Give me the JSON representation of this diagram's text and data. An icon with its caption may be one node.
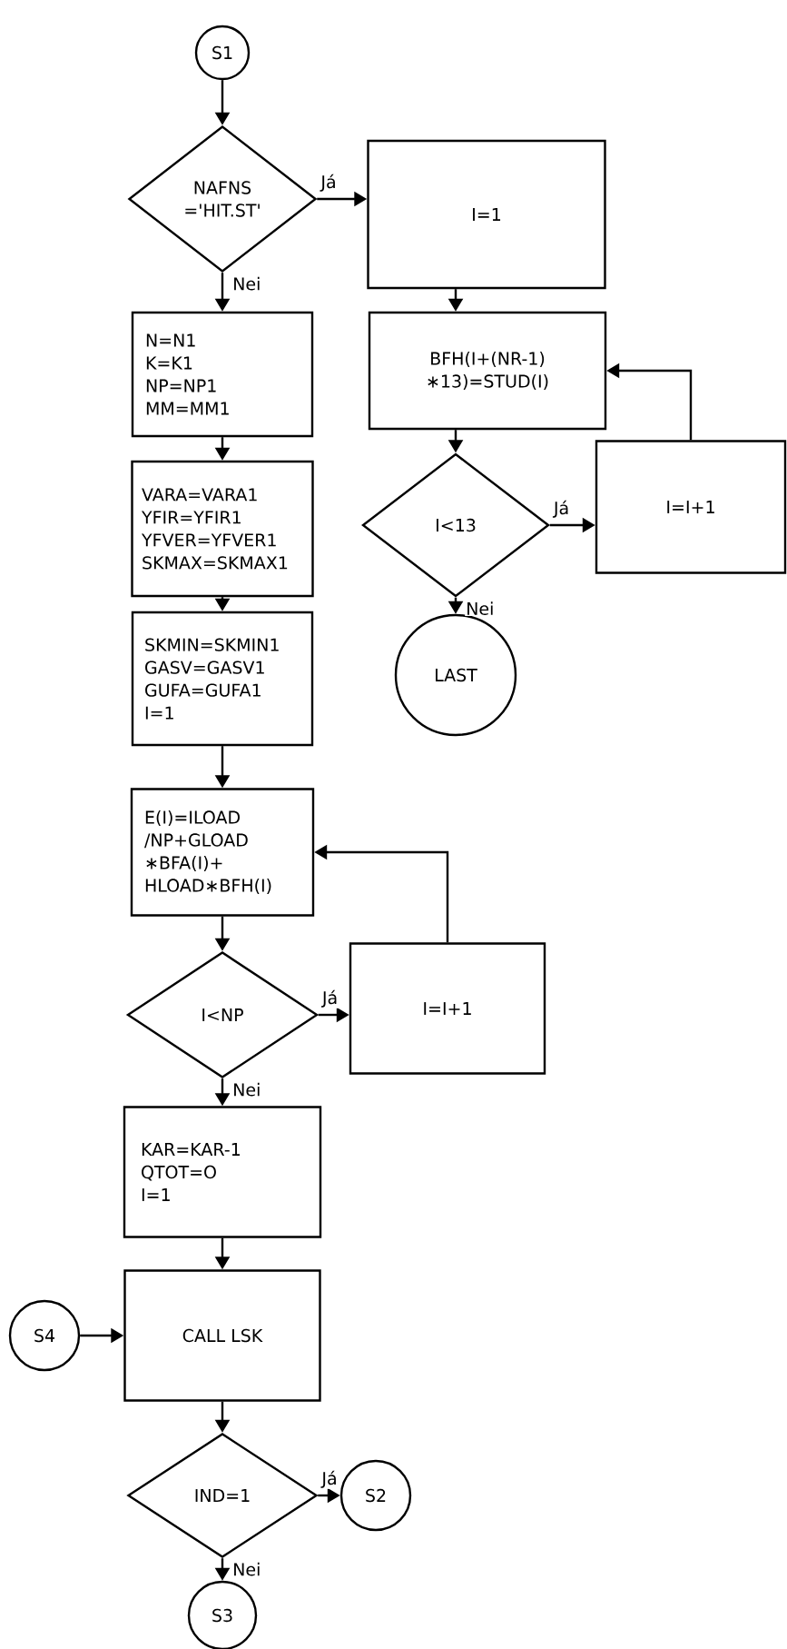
{
  "diagram": {
    "nodes": [
      {
        "text": [
          "S1"
        ]
      },
      {
        "text": [
          "NAFNS ='HIT.ST'"
        ]
      },
      {
        "text": [
          "I=1"
        ]
      },
      {
        "text": [
          "N=N1",
          "K=K1",
          "NP=NP1",
          "MM=MM1"
        ]
      },
      {
        "text": [
          "BFH(I+(NR-1) ∗13)=STUD(I)"
        ]
      },
      {
        "text": [
          "VARA=VARA1",
          "YFIR=YFIR1",
          "YFVER=YFVER1",
          "SKMAX=SKMAX1"
        ]
      },
      {
        "text": [
          "I<13"
        ]
      },
      {
        "text": [
          "I=I+1"
        ]
      },
      {
        "text": [
          "SKMIN=SKMIN1",
          "GASV=GASV1",
          "GUFA=GUFA1",
          "I=1"
        ]
      },
      {
        "text": [
          "LAST"
        ]
      },
      {
        "text": [
          "E(I)=ILOAD /NP+GLOAD ∗BFA(I)+ HLOAD∗BFH(I)"
        ]
      },
      {
        "text": [
          "I<NP"
        ]
      },
      {
        "text": [
          "I=I+1"
        ]
      },
      {
        "text": [
          "KAR=KAR-1",
          "QTOT=O",
          "I=1"
        ]
      },
      {
        "text": [
          "S4"
        ]
      },
      {
        "text": [
          "CALL LSK"
        ]
      },
      {
        "text": [
          "IND=1"
        ]
      },
      {
        "text": [
          "S2"
        ]
      },
      {
        "text": [
          "S3"
        ]
      }
    ],
    "edges": [
      {
        "from": 0,
        "to": 1,
        "arrow": "to"
      },
      {
        "from": 1,
        "to": 2,
        "arrow": "to",
        "label": "Já"
      },
      {
        "from": 1,
        "to": 3,
        "arrow": "to",
        "label": "Nei"
      },
      {
        "from": 2,
        "to": 4,
        "arrow": "to"
      },
      {
        "from": 4,
        "to": 6,
        "arrow": "to"
      },
      {
        "from": 6,
        "to": 7,
        "arrow": "to",
        "label": "Já"
      },
      {
        "from": 7,
        "to": 4,
        "arrow": "to"
      },
      {
        "from": 6,
        "to": 9,
        "arrow": "to",
        "label": "Nei"
      },
      {
        "from": 3,
        "to": 5,
        "arrow": "to"
      },
      {
        "from": 5,
        "to": 8,
        "arrow": "to"
      },
      {
        "from": 8,
        "to": 10,
        "arrow": "to"
      },
      {
        "from": 10,
        "to": 11,
        "arrow": "to"
      },
      {
        "from": 11,
        "to": 12,
        "arrow": "to",
        "label": "Já"
      },
      {
        "from": 12,
        "to": 10,
        "arrow": "to"
      },
      {
        "from": 11,
        "to": 13,
        "arrow": "to",
        "label": "Nei"
      },
      {
        "from": 13,
        "to": 15,
        "arrow": "to"
      },
      {
        "from": 14,
        "to": 15,
        "arrow": "to"
      },
      {
        "from": 15,
        "to": 16,
        "arrow": "to"
      },
      {
        "from": 16,
        "to": 17,
        "arrow": "to",
        "label": "Já"
      },
      {
        "from": 16,
        "to": 18,
        "arrow": "to",
        "label": "Nei"
      }
    ]
  }
}
